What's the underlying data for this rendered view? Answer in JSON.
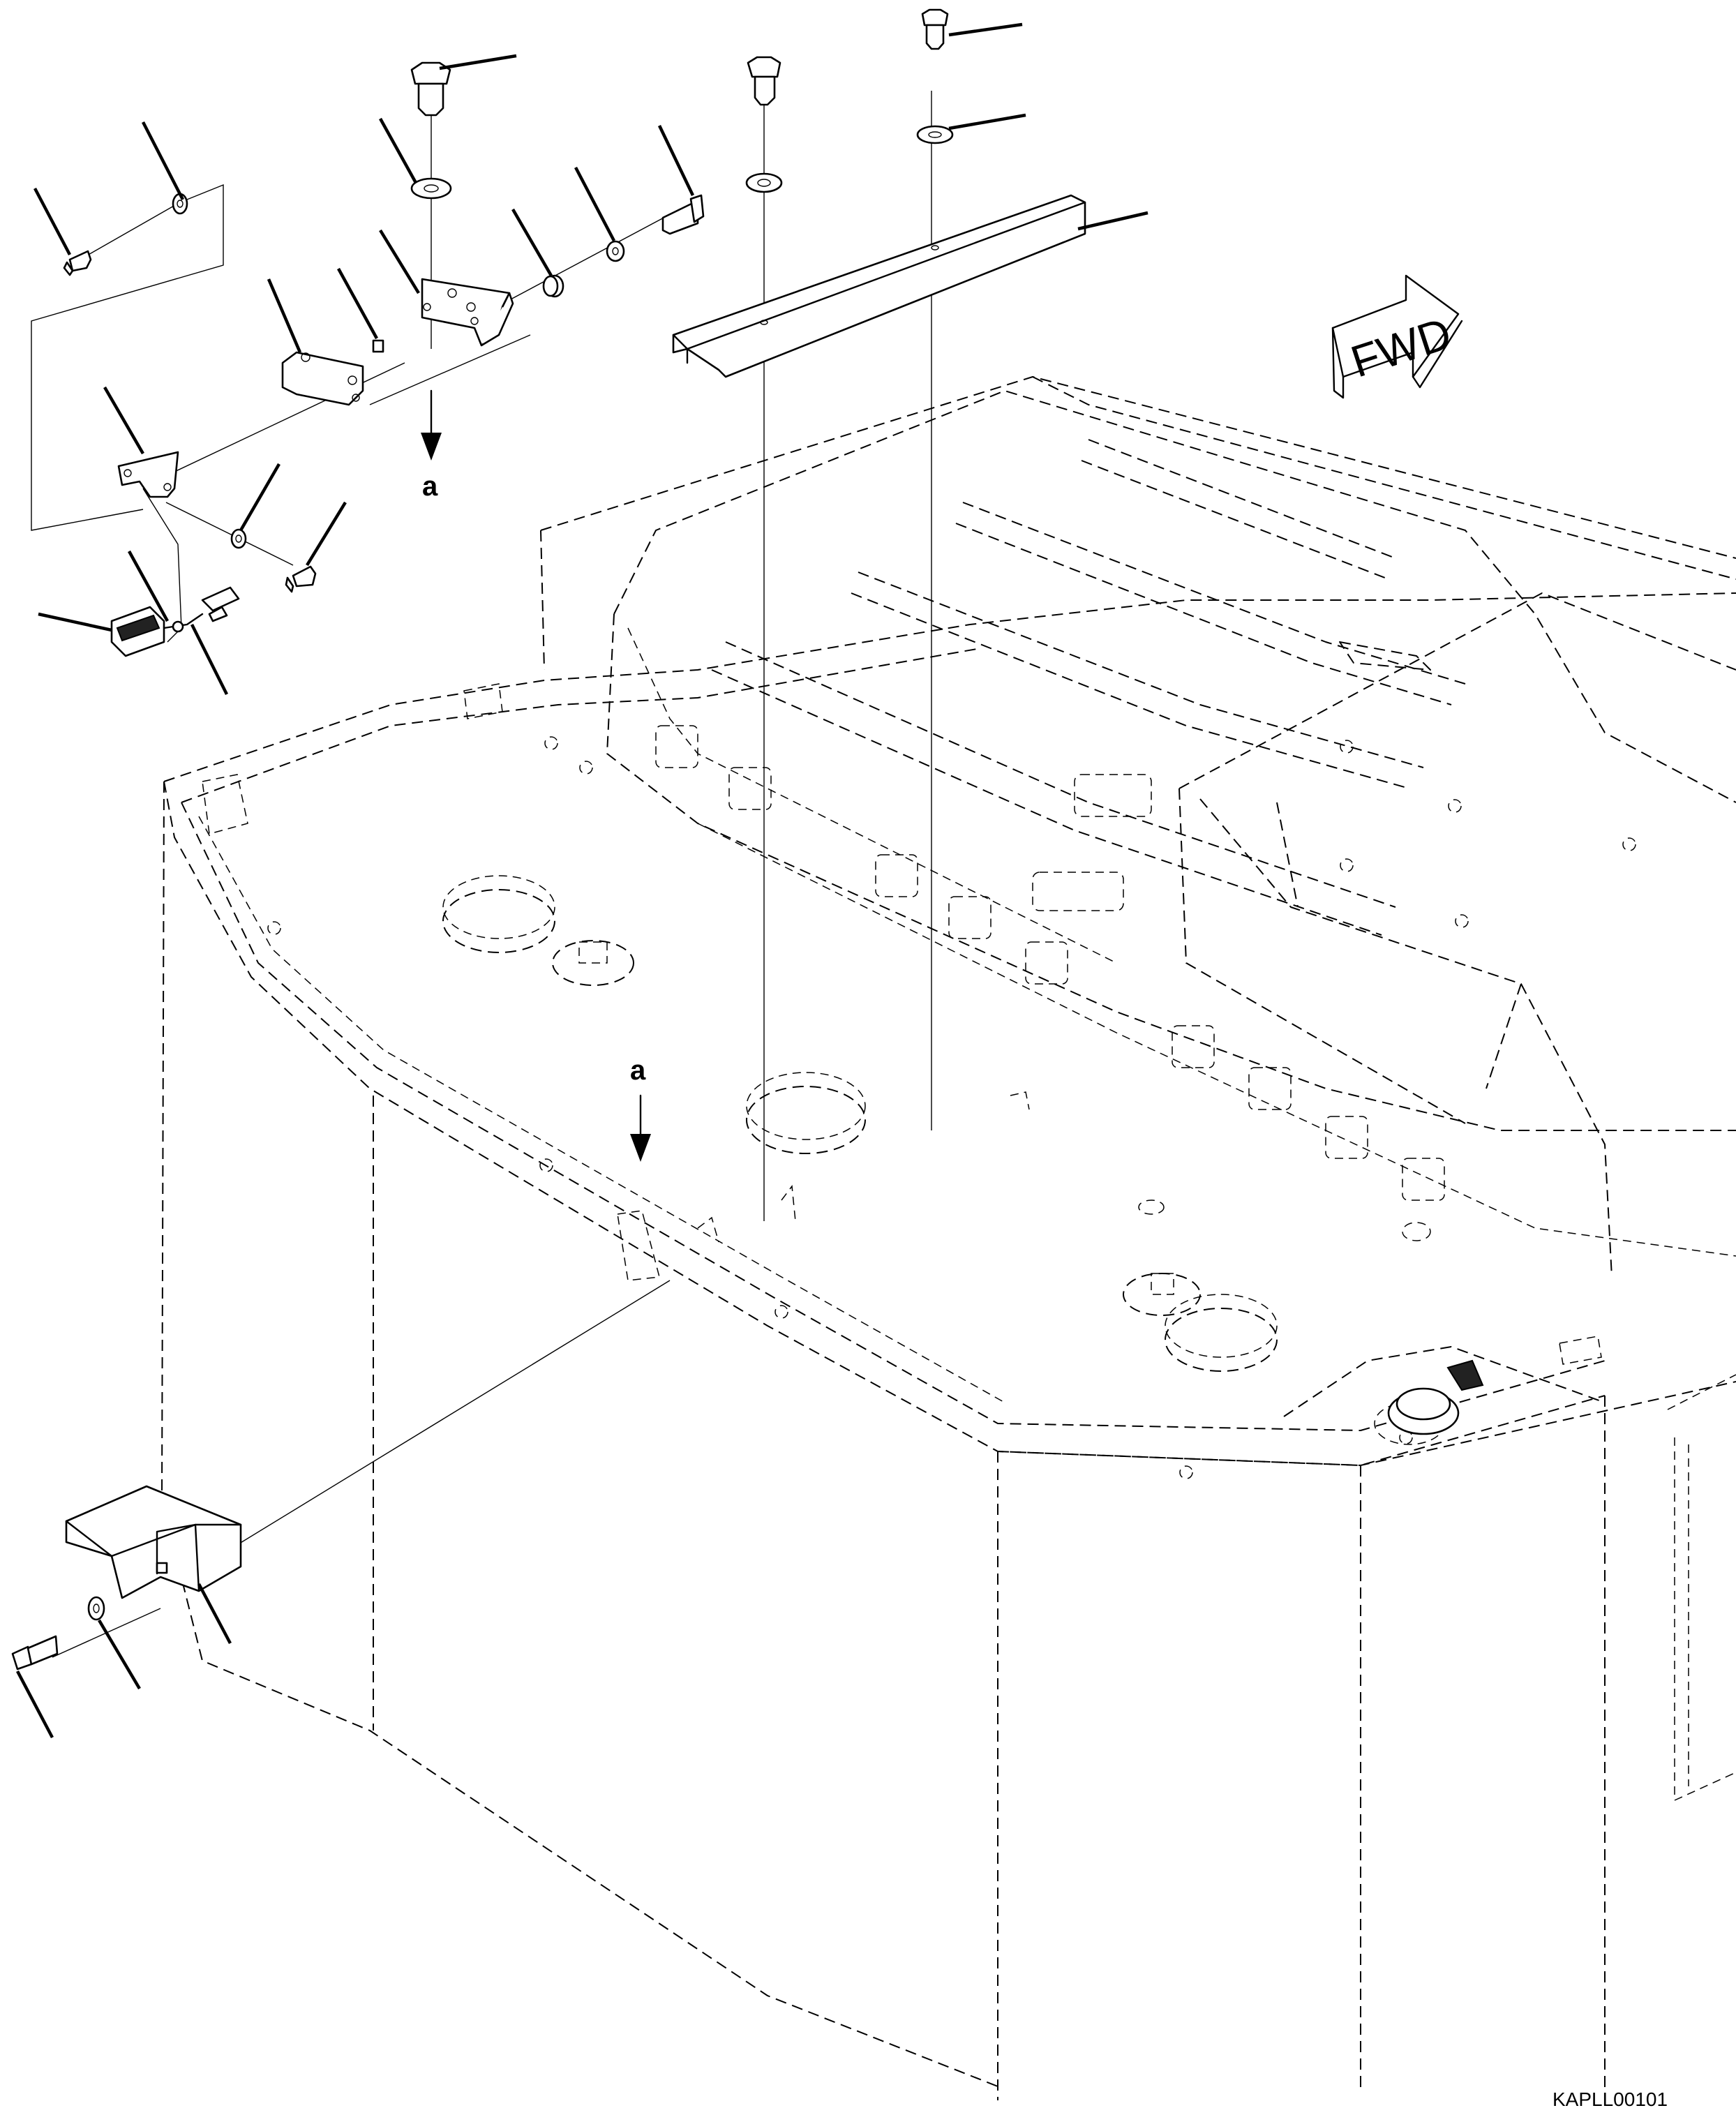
{
  "drawing": {
    "view_label_top": "a",
    "view_label_mid": "a",
    "direction_label": "FWD",
    "drawing_code": "KAPLL00101"
  }
}
